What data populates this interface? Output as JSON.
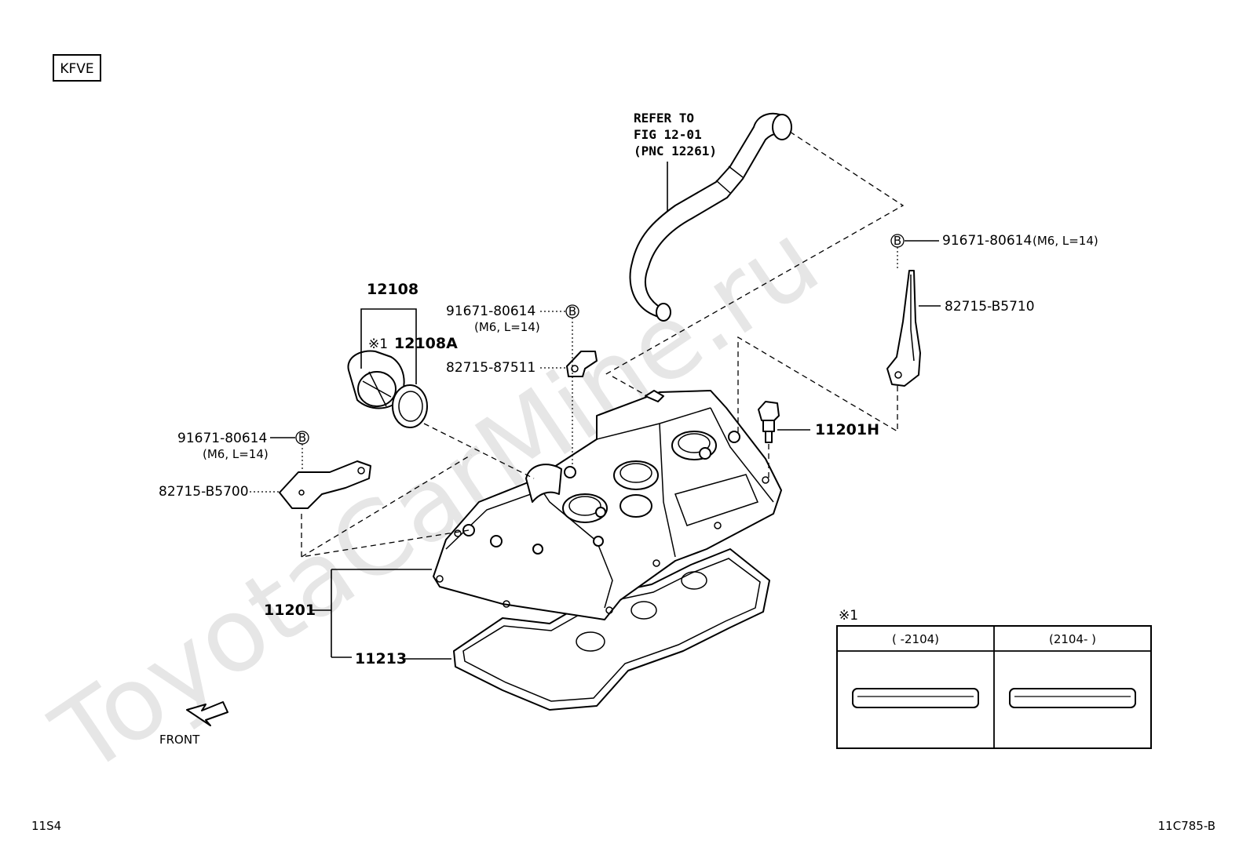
{
  "engine_code": "KFVE",
  "watermark": "ToyotaCarMine.ru",
  "refer_note": {
    "line1": "REFER TO",
    "line2": "FIG 12-01",
    "line3": "(PNC 12261)"
  },
  "parts": {
    "p12108": "12108",
    "p12108A": "12108A",
    "note_mark": "※1",
    "bolt_center": "91671-80614",
    "bolt_center_spec": "(M6, L=14)",
    "bracket_center": "82715-87511",
    "bolt_left": "91671-80614",
    "bolt_left_spec": "(M6, L=14)",
    "bracket_left": "82715-B5700",
    "bolt_right": "91671-80614",
    "bolt_right_spec": "(M6, L=14)",
    "bracket_right": "82715-B5710",
    "p11201H": "11201H",
    "p11201": "11201",
    "p11213": "11213"
  },
  "marker_b": "B",
  "front_label": "FRONT",
  "inset": {
    "title": "※1",
    "col1": "(      -2104)",
    "col2": "(2104-      )"
  },
  "footer": {
    "left": "11S4",
    "right": "11C785-B"
  }
}
